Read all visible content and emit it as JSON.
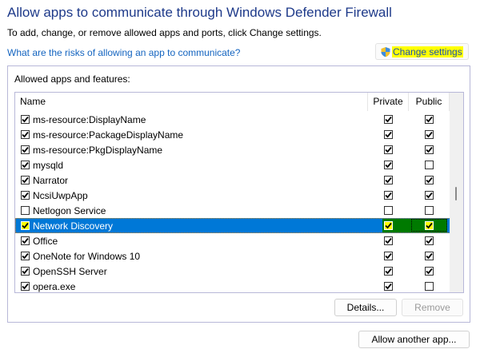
{
  "header": {
    "title": "Allow apps to communicate through Windows Defender Firewall",
    "subtitle": "To add, change, or remove allowed apps and ports, click Change settings.",
    "risk_link": "What are the risks of allowing an app to communicate?",
    "change_settings_label": "Change settings",
    "change_settings_icon": "uac-shield-icon"
  },
  "group": {
    "label": "Allowed apps and features:",
    "columns": {
      "name": "Name",
      "private": "Private",
      "public": "Public"
    },
    "rows": [
      {
        "name": "ms-resource:DisplayName",
        "enabled": true,
        "private": true,
        "public": true
      },
      {
        "name": "ms-resource:PackageDisplayName",
        "enabled": true,
        "private": true,
        "public": true
      },
      {
        "name": "ms-resource:PkgDisplayName",
        "enabled": true,
        "private": true,
        "public": true
      },
      {
        "name": "mysqld",
        "enabled": true,
        "private": true,
        "public": false
      },
      {
        "name": "Narrator",
        "enabled": true,
        "private": true,
        "public": true
      },
      {
        "name": "NcsiUwpApp",
        "enabled": true,
        "private": true,
        "public": true
      },
      {
        "name": "Netlogon Service",
        "enabled": false,
        "private": false,
        "public": false
      },
      {
        "name": "Network Discovery",
        "enabled": true,
        "private": true,
        "public": true,
        "selected": true
      },
      {
        "name": "Office",
        "enabled": true,
        "private": true,
        "public": true
      },
      {
        "name": "OneNote for Windows 10",
        "enabled": true,
        "private": true,
        "public": true
      },
      {
        "name": "OpenSSH Server",
        "enabled": true,
        "private": true,
        "public": true
      },
      {
        "name": "opera.exe",
        "enabled": true,
        "private": true,
        "public": false
      }
    ],
    "details_label": "Details...",
    "remove_label": "Remove"
  },
  "footer": {
    "allow_another_label": "Allow another app..."
  },
  "colors": {
    "title": "#1e3a8a",
    "link": "#1565c0",
    "selection": "#0078d7",
    "highlight": "#ffff00",
    "selected_cells": "#007a00"
  }
}
